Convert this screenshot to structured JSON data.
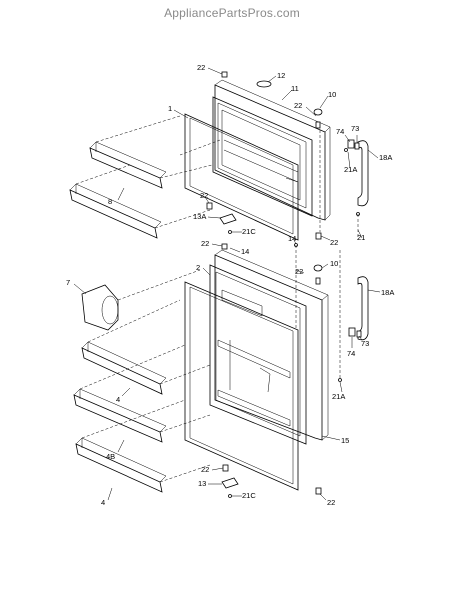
{
  "watermark": "AppliancePartsPros.com",
  "callouts": {
    "c22a": "22",
    "c12": "12",
    "c11": "11",
    "c1": "1",
    "c22b": "22",
    "c10a": "10",
    "c74a": "74",
    "c73a": "73",
    "c18Aa": "18A",
    "c21Aa": "21A",
    "c8": "8",
    "c22c": "22",
    "c13A": "13A",
    "c21Ca": "21C",
    "c22d": "22",
    "c21": "21",
    "c22e": "22",
    "c14a": "14",
    "c14b": "14",
    "c2": "2",
    "c10b": "10",
    "c7": "7",
    "c18Ab": "18A",
    "c22f": "22",
    "c74b": "74",
    "c73b": "73",
    "c4a": "4",
    "c21Ab": "21A",
    "c4B": "4B",
    "c15": "15",
    "c4b": "4",
    "c22g": "22",
    "c13": "13",
    "c21Cb": "21C",
    "c22h": "22"
  }
}
